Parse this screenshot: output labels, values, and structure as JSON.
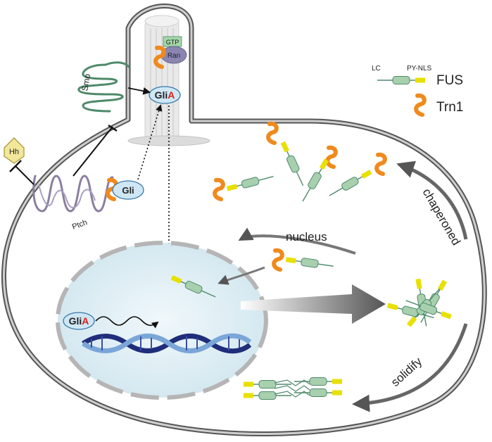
{
  "labels": {
    "hh": "Hh",
    "smo": "Smo",
    "ptch": "Ptch",
    "gtp": "GTP",
    "ran": "Ran",
    "gli": "Gli",
    "glia_prefix": "Gli",
    "glia_suffix": "A",
    "nucleus": "nucleus",
    "chaperoned": "chaperoned",
    "solidify": "solidify"
  },
  "legend": {
    "lc": "LC",
    "pynls": "PY-NLS",
    "fus": "FUS",
    "trn1": "Trn1"
  },
  "colors": {
    "membrane": "#555555",
    "fus_body": "#a8d0ae",
    "fus_nls": "#e8e000",
    "trn1": "#f08a1c",
    "gli": "#cfe7f5",
    "ptch": "#8a7fa0",
    "smo": "#4f8a6a",
    "ran": "#8a86b0",
    "hh": "#f2e79a",
    "glia_accent": "#e0201c"
  },
  "icons": {
    "cilium": "primary-cilium-icon",
    "dna": "dna-helix-icon"
  }
}
